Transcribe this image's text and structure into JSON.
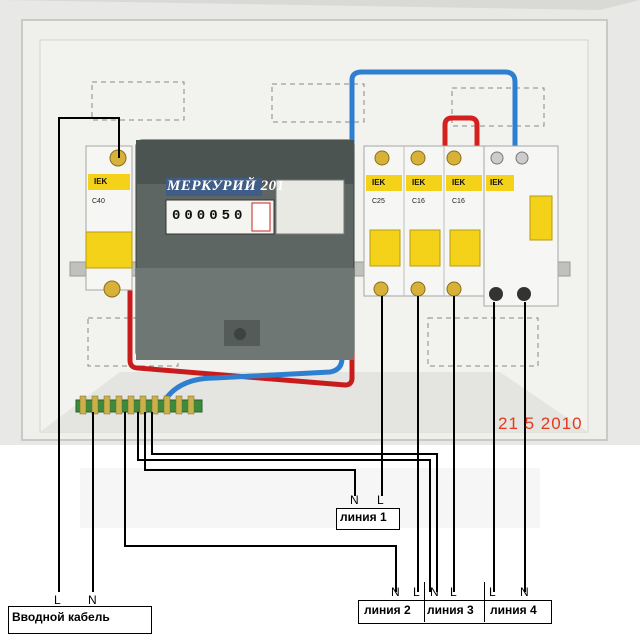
{
  "photo": {
    "meter_brand": "МЕРКУРИЙ 201",
    "meter_reading": "000050",
    "date_stamp": "21 5 2010",
    "brand_badge": "IEK",
    "breaker_ratings": [
      "C40",
      "C25",
      "C16",
      "C16"
    ]
  },
  "labels": {
    "input_cable": {
      "L": "L",
      "N": "N",
      "name": "Вводной кабель"
    },
    "line1": {
      "N": "N",
      "L": "L",
      "name": "линия 1"
    },
    "line2": {
      "N": "N",
      "L": "L",
      "name": "линия 2"
    },
    "line3": {
      "N": "N",
      "L": "L",
      "name": "линия 3"
    },
    "line4": {
      "L": "L",
      "N": "N",
      "name": "линия 4"
    }
  }
}
